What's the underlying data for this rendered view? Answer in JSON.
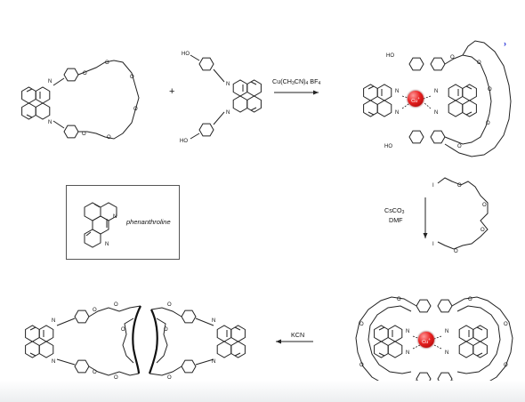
{
  "reaction": {
    "plus": "+",
    "reagent1": {
      "main": "Cu(CH",
      "s1": "3",
      "m2": "CN)",
      "s2": "4",
      "tail": " BF",
      "s3": "4"
    },
    "reagent2": {
      "main": "CsCO",
      "s1": "3",
      "line2": "DMF"
    },
    "reagent3": {
      "main": "KCN"
    },
    "metal": {
      "symbol": "Cu",
      "charge": "+"
    },
    "atoms": {
      "nitrogen": "N",
      "oxygen": "O",
      "iodine": "I",
      "hydroxyl": "HO"
    }
  },
  "legend": {
    "name": "phenanthroline"
  },
  "corner_mark": "›",
  "colors": {
    "copper": "#e82020",
    "bonds": "#222222"
  }
}
